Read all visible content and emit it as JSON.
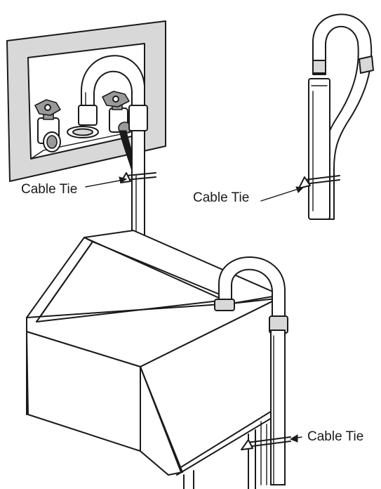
{
  "labels": {
    "cable_tie_1": "Cable Tie",
    "cable_tie_2": "Cable Tie",
    "cable_tie_3": "Cable Tie"
  },
  "colors": {
    "line": "#1a1a1a",
    "background": "#ffffff",
    "hose_shade": "#d8d8d8",
    "valve_shade": "#9a9a9a"
  }
}
